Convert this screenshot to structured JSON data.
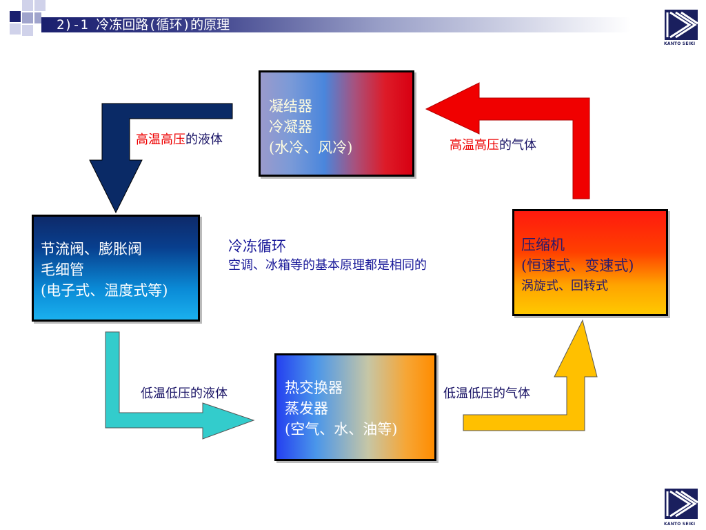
{
  "slide": {
    "title": "2)-1 冷冻回路(循环)的原理",
    "logo_text": "KANTO SEIKI"
  },
  "boxes": {
    "condenser": [
      "凝结器",
      "冷凝器",
      "(水冷、风冷)"
    ],
    "valve": [
      "节流阀、膨胀阀",
      "毛细管",
      "(电子式、温度式等)"
    ],
    "compressor": [
      "压缩机",
      "(恒速式、变速式)",
      "涡旋式、回转式"
    ],
    "evaporator": [
      "热交换器",
      "蒸发器",
      "(空气、水、油等)"
    ]
  },
  "labels": {
    "hp_liquid": {
      "highlight": "高温高压",
      "rest": "的液体"
    },
    "hp_gas": {
      "highlight": "高温高压",
      "rest": "的气体"
    },
    "lp_liquid": "低温低压的液体",
    "lp_gas": "低温低压的气体"
  },
  "center": {
    "title": "冷冻循环",
    "subtitle": "空调、冰箱等的基本原理都是相同的"
  },
  "colors": {
    "arrow_navy": "#0a2a66",
    "arrow_red": "#f00000",
    "arrow_cyan": "#33cccc",
    "arrow_yellow": "#ffc000",
    "header_navy": "#1a1f6e"
  }
}
